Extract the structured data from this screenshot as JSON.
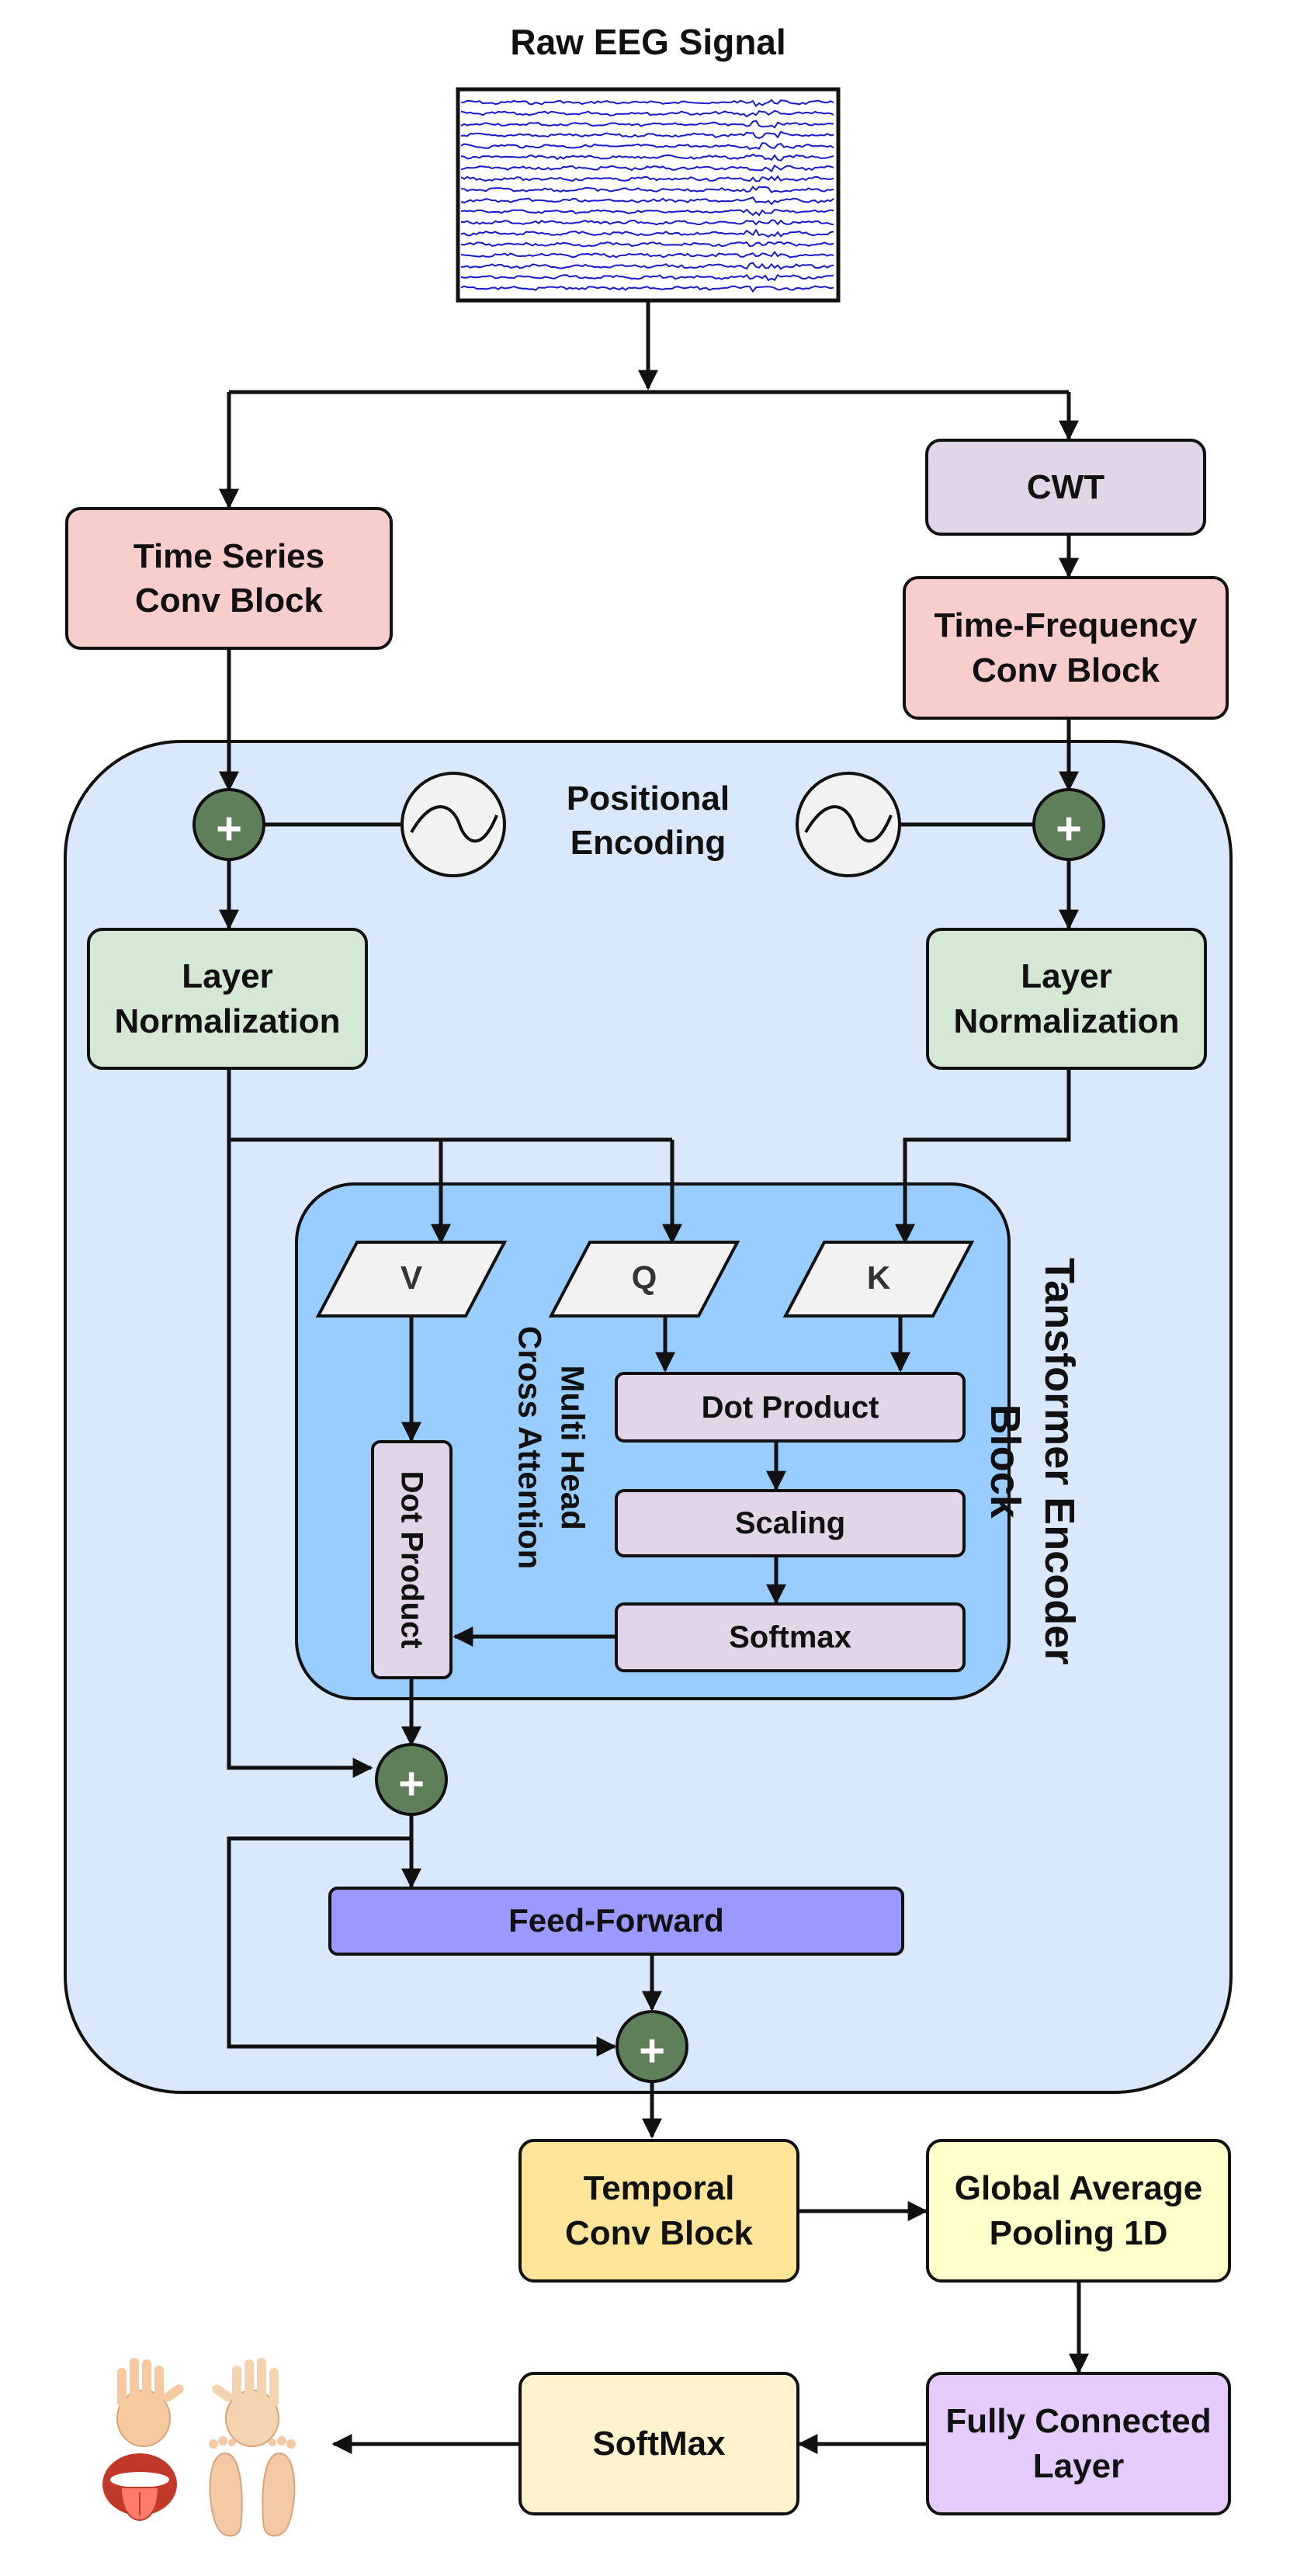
{
  "title": "Raw EEG Signal",
  "branches": {
    "cwt": "CWT",
    "time_series_conv": "Time Series\nConv Block",
    "time_freq_conv": "Time-Frequency\nConv Block"
  },
  "encoder": {
    "positional_encoding": "Positional\nEncoding",
    "layer_norm_left": "Layer\nNormalization",
    "layer_norm_right": "Layer\nNormalization",
    "block_label": "Tansformer Encoder\nBlock",
    "attention": {
      "label": "Multi Head\nCross Attention",
      "v": "V",
      "q": "Q",
      "k": "K",
      "dot_product_qk": "Dot Product",
      "scaling": "Scaling",
      "softmax": "Softmax",
      "dot_product_v": "Dot Product"
    },
    "feed_forward": "Feed-Forward",
    "add_symbol": "+"
  },
  "head": {
    "temporal_conv": "Temporal\nConv Block",
    "global_avg_pool": "Global Average\nPooling 1D",
    "fully_connected": "Fully Connected\nLayer",
    "softmax": "SoftMax"
  },
  "output_classes": [
    "left-hand-icon",
    "right-hand-icon",
    "tongue-icon",
    "feet-icon"
  ],
  "colors": {
    "conv_block": "#f8cecc",
    "cwt": "#e1d5e7",
    "layer_norm": "#d5e8d4",
    "encoder_bg": "#dae8fc",
    "attention_bg": "#99ccff",
    "attention_ops": "#e1d5e7",
    "feed_forward": "#9999ff",
    "add_node": "#5f7f5a",
    "temporal_conv": "#ffe599",
    "pooling": "#ffffcc",
    "fully_connected": "#e5ccff",
    "softmax_out": "#fff2cc",
    "eeg_trace": "#1a1acc"
  }
}
